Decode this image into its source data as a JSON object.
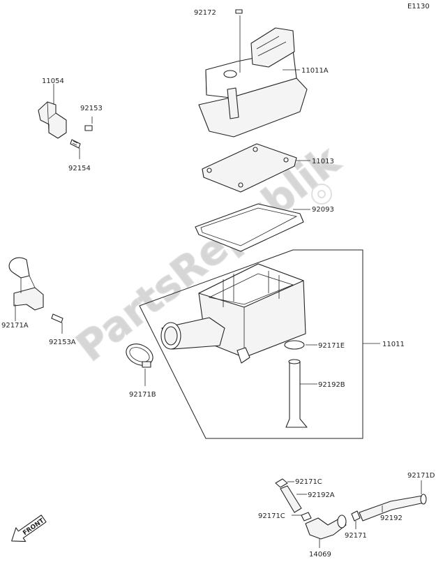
{
  "diagram_code": "E1130",
  "watermark": "PartsRepublik",
  "front_arrow": {
    "label": "FRONT"
  },
  "parts": [
    {
      "id": "p92172",
      "number": "92172"
    },
    {
      "id": "p11011A",
      "number": "11011A"
    },
    {
      "id": "p11054",
      "number": "11054"
    },
    {
      "id": "p92153",
      "number": "92153"
    },
    {
      "id": "p92154",
      "number": "92154"
    },
    {
      "id": "p11013",
      "number": "11013"
    },
    {
      "id": "p92093",
      "number": "92093"
    },
    {
      "id": "p92171A",
      "number": "92171A"
    },
    {
      "id": "p92153A",
      "number": "92153A"
    },
    {
      "id": "p92171E",
      "number": "92171E"
    },
    {
      "id": "p11011",
      "number": "11011"
    },
    {
      "id": "p92192B",
      "number": "92192B"
    },
    {
      "id": "p92171B",
      "number": "92171B"
    },
    {
      "id": "p92171C1",
      "number": "92171C"
    },
    {
      "id": "p92192A",
      "number": "92192A"
    },
    {
      "id": "p92171C2",
      "number": "92171C"
    },
    {
      "id": "p14069",
      "number": "14069"
    },
    {
      "id": "p92171",
      "number": "92171"
    },
    {
      "id": "p92192",
      "number": "92192"
    },
    {
      "id": "p92171D",
      "number": "92171D"
    }
  ]
}
